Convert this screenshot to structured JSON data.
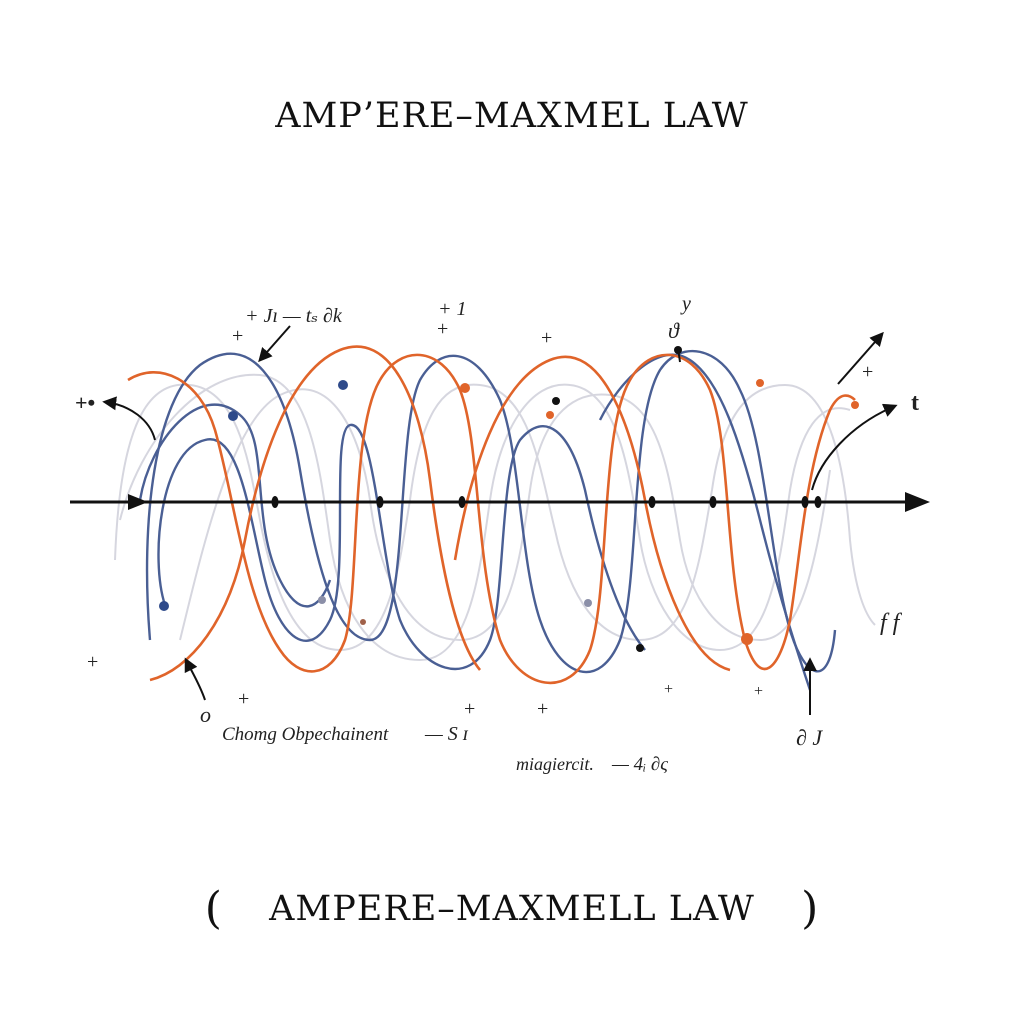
{
  "title": "AMP’ERE–MAXMEL LAW",
  "caption": {
    "open": "(",
    "text": "AMPERE–MAXMELL LAW",
    "close": ")"
  },
  "labels": {
    "top_left": "+ Jı — tₛ ∂k",
    "top_mid": "+ 1",
    "top_right_sym": "ϑ",
    "top_right_y": "y",
    "axis_end": "t",
    "right_mid": "f f",
    "left_plus": "+•",
    "bottom_left_o": "o",
    "change_text": "Chomg Obpechainent",
    "change_sym": "— S ɪ",
    "magnetic_text": "miagiercit.",
    "magnetic_sym": "— 4ᵢ ∂ς",
    "bottom_right": "∂ J",
    "plus": "+"
  },
  "colors": {
    "blue": "#4a5f94",
    "orange": "#e0642a",
    "faint": "#c9cad6",
    "axis": "#111111"
  }
}
